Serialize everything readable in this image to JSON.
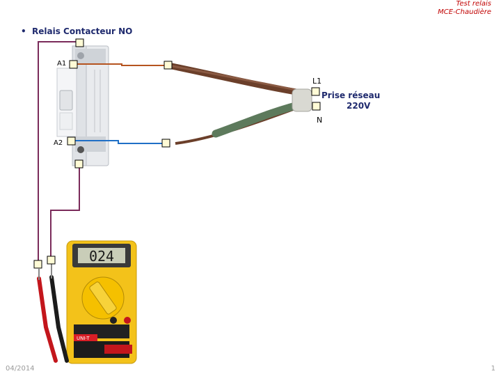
{
  "header": {
    "line1": "Test relais",
    "line2": "MCE-Chaudière"
  },
  "bullet": {
    "text": "Relais Contacteur NO"
  },
  "labels": {
    "a1": "A1",
    "a2": "A2",
    "l1": "L1",
    "n": "N"
  },
  "prise": {
    "line1": "Prise réseau",
    "line2": "220V"
  },
  "meter": {
    "display": "024",
    "brand": "UNI-T"
  },
  "footer": {
    "date": "04/2014",
    "page": "1"
  },
  "colors": {
    "phase_wire": "#b5531f",
    "neutral_wire": "#1f6fc6",
    "test_wire": "#7a2a5a",
    "meter_body": "#f3c21a",
    "title": "#1f2a6e",
    "header": "#c00000"
  }
}
